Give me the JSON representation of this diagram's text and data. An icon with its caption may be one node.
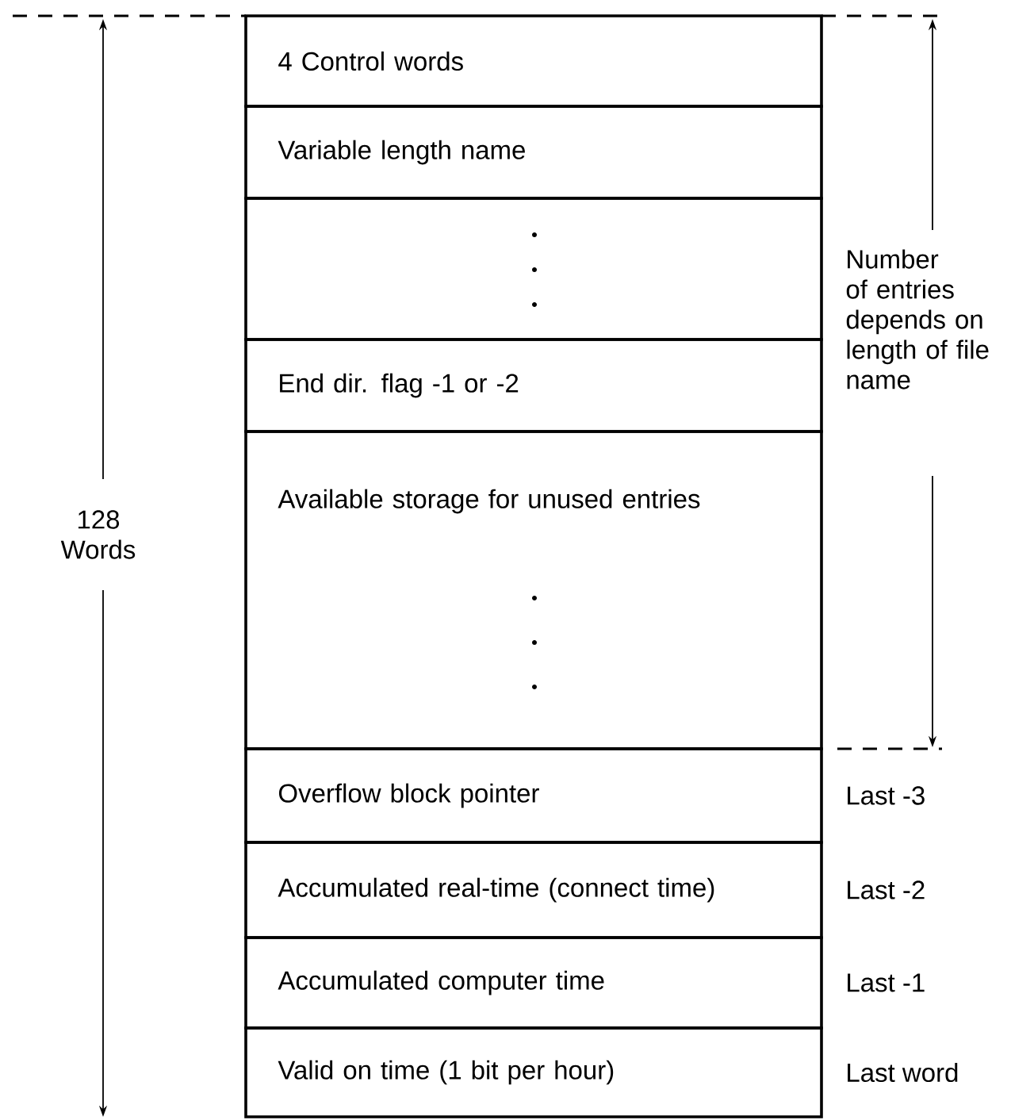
{
  "diagram": {
    "nodes": [
      {
        "text": [
          "4 Control words"
        ]
      },
      {
        "text": [
          "Variable length name"
        ]
      },
      {
        "text": [],
        "shape": "box"
      },
      {
        "text": [
          "End dir. flag -1 or -2"
        ]
      },
      {
        "text": [
          "Available storage for unused entries"
        ]
      },
      {
        "text": [
          "Overflow block pointer"
        ],
        "beside": [
          "Last -3"
        ]
      },
      {
        "text": [
          "Accumulated real-time (connect time)"
        ],
        "beside": [
          "Last -2"
        ]
      },
      {
        "text": [
          "Accumulated computer time"
        ],
        "beside": [
          "Last -1"
        ]
      },
      {
        "text": [
          "Valid on time (1 bit per hour)"
        ],
        "beside": [
          "Last word"
        ]
      }
    ],
    "labels": [
      "128 Words",
      "Number of entries depends on length of file name"
    ]
  }
}
